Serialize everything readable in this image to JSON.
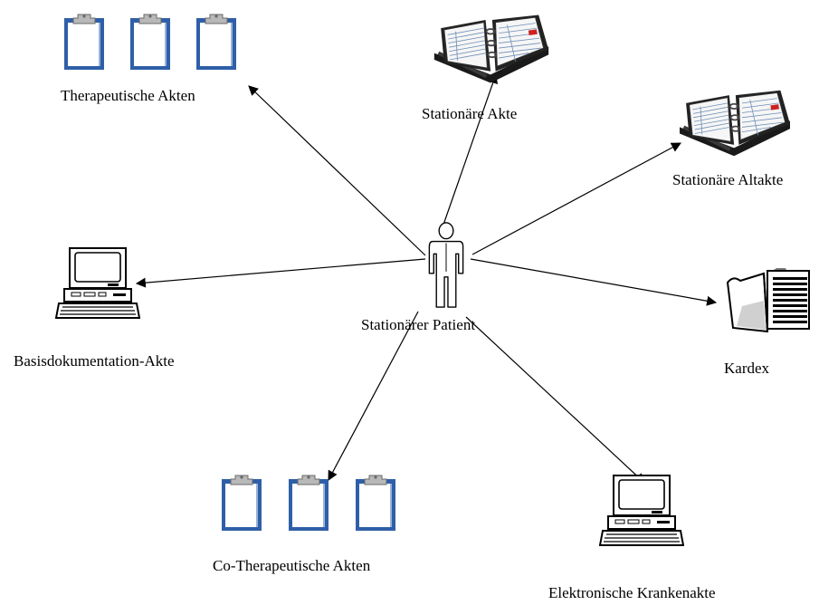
{
  "diagram": {
    "center": {
      "label": "Stationärer Patient"
    },
    "nodes": [
      {
        "id": "therapeutic",
        "label": "Therapeutische Akten"
      },
      {
        "id": "inpatient",
        "label": "Stationäre Akte"
      },
      {
        "id": "inpatient-old",
        "label": "Stationäre Altakte"
      },
      {
        "id": "base-doc",
        "label": "Basisdokumentation-Akte"
      },
      {
        "id": "kardex",
        "label": "Kardex"
      },
      {
        "id": "co-therapeutic",
        "label": "Co-Therapeutische Akten"
      },
      {
        "id": "ehr",
        "label": "Elektronische Krankenakte"
      }
    ],
    "edges": [
      {
        "from": "center",
        "to": "therapeutic"
      },
      {
        "from": "center",
        "to": "inpatient"
      },
      {
        "from": "center",
        "to": "inpatient-old"
      },
      {
        "from": "center",
        "to": "base-doc"
      },
      {
        "from": "center",
        "to": "kardex"
      },
      {
        "from": "center",
        "to": "co-therapeutic"
      },
      {
        "from": "center",
        "to": "ehr"
      }
    ],
    "colors": {
      "clipboard": "#2f5fa8",
      "clipboard_inner": "#ffffff",
      "clip_metal": "#b8b8b8",
      "binder": "#1a1a1a",
      "page_line": "#6f8fb8",
      "person_fill": "#ffffff",
      "line": "#000000"
    }
  }
}
